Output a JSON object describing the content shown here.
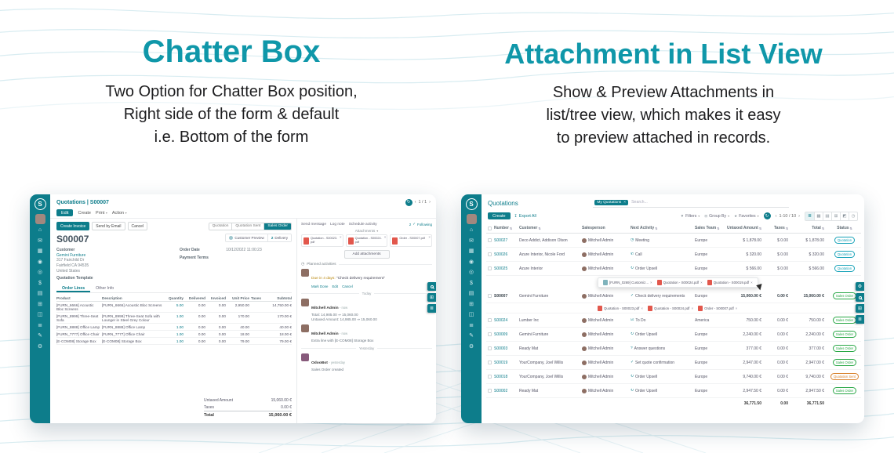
{
  "colors": {
    "brand_teal": "#0d7d8b",
    "heading_teal": "#0f97a9",
    "pdf_red": "#e2574c",
    "badge_quotation": "#17a2b8",
    "badge_sales_order": "#28a745",
    "badge_quotation_sent": "#d9822b"
  },
  "glyphs": {
    "caret": "▾",
    "sort": "⇅",
    "prev": "‹",
    "next": "›",
    "close": "×",
    "download": "↧",
    "star": "★",
    "filter": "▼",
    "group": "⊟",
    "clock": "◷",
    "check": "✓",
    "pencil": "✎",
    "cross": "✕",
    "gear": "⚙",
    "grid": "⊞",
    "menu": "≣",
    "sync": "↻"
  },
  "sidebar": {
    "logo": "S",
    "icons": [
      {
        "name": "home",
        "glyph": "⌂"
      },
      {
        "name": "discuss",
        "glyph": "✉"
      },
      {
        "name": "calendar",
        "glyph": "▦"
      },
      {
        "name": "contacts",
        "glyph": "◉"
      },
      {
        "name": "crm",
        "glyph": "◎"
      },
      {
        "name": "sales",
        "glyph": "$"
      },
      {
        "name": "dashboard",
        "glyph": "▤"
      },
      {
        "name": "inventory",
        "glyph": "⊞"
      },
      {
        "name": "purchase",
        "glyph": "◫"
      },
      {
        "name": "invoicing",
        "glyph": "≣"
      },
      {
        "name": "documents",
        "glyph": "✎"
      },
      {
        "name": "settings",
        "glyph": "⚙"
      }
    ]
  },
  "features": {
    "left": {
      "title": "Chatter Box",
      "line1": "Two Option for Chatter Box position,",
      "line2": "Right side of the form & default",
      "line3": "i.e. Bottom of the form"
    },
    "right": {
      "title": "Attachment in List View",
      "line1": "Show & Preview Attachments in",
      "line2": "list/tree view, which makes it easy",
      "line3": "to preview attached in records."
    }
  },
  "form_view": {
    "breadcrumb": "Quotations | S00007",
    "pager": "1 / 1",
    "edit": "Edit",
    "create": "Create",
    "print": "Print",
    "action": "Action",
    "create_invoice": "Create Invoice",
    "send_by_email": "Send by Email",
    "cancel": "Cancel",
    "stage_quotation": "Quotation",
    "stage_quotation_sent": "Quotation Sent",
    "stage_sales_order": "Sales Order",
    "smart_customer_preview": "Customer Preview",
    "smart_delivery_count": "2",
    "smart_delivery": "Delivery",
    "record_name": "S00007",
    "customer_label": "Customer",
    "customer_name": "Gemini Furniture",
    "customer_street": "317 Fairchild Dr",
    "customer_city": "Fairfield CA 94535",
    "customer_country": "United States",
    "order_date_label": "Order Date",
    "order_date": "10/12/2022 11:00:23",
    "payment_terms_label": "Payment Terms",
    "quotation_template_label": "Quotation Template",
    "tab_order_lines": "Order Lines",
    "tab_other_info": "Other Info",
    "headers": [
      "Product",
      "Description",
      "Quantity",
      "Delivered",
      "Invoiced",
      "Unit Price",
      "Taxes",
      "Subtotal"
    ],
    "rows": [
      {
        "product": "[FURN_6666] Acoustic Bloc Screens",
        "description": "[FURN_6666] Acoustic Bloc Screens",
        "qty": "5.00",
        "delivered": "0.00",
        "invoiced": "0.00",
        "price": "2,950.00",
        "taxes": "",
        "subtotal": "14,750.00 €"
      },
      {
        "product": "[FURN_8999] Three-Seat Sofa",
        "description": "[FURN_8999] Three-Seat Sofa with Lounger in Steel Grey Colour",
        "qty": "1.00",
        "delivered": "0.00",
        "invoiced": "0.00",
        "price": "170.00",
        "taxes": "",
        "subtotal": "170.00 €"
      },
      {
        "product": "[FURN_8888] Office Lamp",
        "description": "[FURN_8888] Office Lamp",
        "qty": "1.00",
        "delivered": "0.00",
        "invoiced": "0.00",
        "price": "40.00",
        "taxes": "",
        "subtotal": "40.00 €"
      },
      {
        "product": "[FURN_7777] Office Chair",
        "description": "[FURN_7777] Office Chair",
        "qty": "1.00",
        "delivered": "0.00",
        "invoiced": "0.00",
        "price": "18.00",
        "taxes": "",
        "subtotal": "18.00 €"
      },
      {
        "product": "[E-COM08] Storage Box",
        "description": "[E-COM08] Storage Box",
        "qty": "1.00",
        "delivered": "0.00",
        "invoiced": "0.00",
        "price": "79.00",
        "taxes": "",
        "subtotal": "79.00 €"
      }
    ],
    "untaxed_label": "Untaxed Amount",
    "untaxed": "15,060.00 €",
    "taxes_label": "Taxes",
    "taxes": "0.00 €",
    "total_label": "Total",
    "total": "15,060.00 €"
  },
  "chatter": {
    "send_message": "Send message",
    "log_note": "Log note",
    "schedule_activity": "Schedule activity",
    "followers_count": "2",
    "following": "Following",
    "attachments_label": "Attachments",
    "attachments": [
      {
        "name": "Quotation - S00023.pdf"
      },
      {
        "name": "Quotation - S00024.pdf"
      },
      {
        "name": "Order - S00007.pdf"
      }
    ],
    "add_attachments": "Add attachments",
    "planned_activities": "Planned activities",
    "activity_due": "Due in 4 days:",
    "activity_summary": "\"Check delivery requirement\"",
    "mark_done": "Mark Done",
    "edit": "Edit",
    "cancel": "Cancel",
    "today": "Today",
    "yesterday": "Yesterday",
    "messages": [
      {
        "author": "Mitchell Admin",
        "time": "- now",
        "line1": "Total: 14,985.00 ⇒ 15,060.00",
        "line2": "Untaxed Amount: 14,985.00 ⇒ 15,060.00"
      },
      {
        "author": "Mitchell Admin",
        "time": "- now",
        "line1": "Extra line with [E-COM08] Storage Box"
      },
      {
        "author": "OdooBot",
        "time": "- yesterday",
        "line1": "Sales Order created"
      }
    ]
  },
  "list_view": {
    "title": "Quotations",
    "facet": "My Quotations",
    "placeholder": "Search...",
    "create": "Create",
    "export_all": "Export All",
    "filters": "Filters",
    "group_by": "Group By",
    "favorites": "Favorites",
    "pager": "1-10 / 10",
    "headers": [
      "Number",
      "Customer",
      "Salesperson",
      "Next Activity",
      "Sales Team",
      "Untaxed Amount",
      "Taxes",
      "Total",
      "Status"
    ],
    "view_switcher": [
      {
        "name": "list",
        "glyph": "≣"
      },
      {
        "name": "kanban",
        "glyph": "▦"
      },
      {
        "name": "calendar",
        "glyph": "▤"
      },
      {
        "name": "pivot",
        "glyph": "⊞"
      },
      {
        "name": "graph",
        "glyph": "◩"
      },
      {
        "name": "activity",
        "glyph": "◷"
      }
    ],
    "rows": [
      {
        "number": "S00027",
        "customer": "Deco Addict, Addison Olson",
        "salesperson": "Mitchell Admin",
        "activity_icon": "◷",
        "activity": "Meeting",
        "team": "Europe",
        "untaxed": "$ 1,878.00",
        "taxes": "$ 0.00",
        "total": "$ 1,878.00",
        "status": "Quotation"
      },
      {
        "number": "S00026",
        "customer": "Azure Interior, Nicole Ford",
        "salesperson": "Mitchell Admin",
        "activity_icon": "✆",
        "activity": "Call",
        "team": "Europe",
        "untaxed": "$ 320.00",
        "taxes": "$ 0.00",
        "total": "$ 320.00",
        "status": "Quotation"
      },
      {
        "number": "S00025",
        "customer": "Azure Interior",
        "salesperson": "Mitchell Admin",
        "activity_icon": "↻",
        "activity": "Order Upsell",
        "team": "Europe",
        "untaxed": "$ 566.00",
        "taxes": "$ 0.00",
        "total": "$ 566.00",
        "status": "Quotation"
      },
      {
        "number": "S00007",
        "customer": "Gemini Furniture",
        "salesperson": "Mitchell Admin",
        "activity_icon": "✓",
        "activity": "Check delivery requirements",
        "team": "Europe",
        "untaxed": "15,060.00 €",
        "taxes": "0.00 €",
        "total": "15,060.00 €",
        "status": "Sales Order"
      },
      {
        "number": "S00024",
        "customer": "Lumber Inc",
        "salesperson": "Mitchell Admin",
        "activity_icon": "☑",
        "activity": "To Do",
        "team": "America",
        "untaxed": "750.00 €",
        "taxes": "0.00 €",
        "total": "750.00 €",
        "status": "Sales Order"
      },
      {
        "number": "S00009",
        "customer": "Gemini Furniture",
        "salesperson": "Mitchell Admin",
        "activity_icon": "↻",
        "activity": "Order Upsell",
        "team": "Europe",
        "untaxed": "2,240.00 €",
        "taxes": "0.00 €",
        "total": "2,240.00 €",
        "status": "Sales Order"
      },
      {
        "number": "S00003",
        "customer": "Ready Mat",
        "salesperson": "Mitchell Admin",
        "activity_icon": "?",
        "activity": "Answer questions",
        "team": "Europe",
        "untaxed": "377.00 €",
        "taxes": "0.00 €",
        "total": "377.00 €",
        "status": "Sales Order"
      },
      {
        "number": "S00019",
        "customer": "YourCompany, Joel Willis",
        "salesperson": "Mitchell Admin",
        "activity_icon": "✓",
        "activity": "Set quote confirmation",
        "team": "Europe",
        "untaxed": "2,947.00 €",
        "taxes": "0.00 €",
        "total": "2,947.00 €",
        "status": "Sales Order"
      },
      {
        "number": "S00018",
        "customer": "YourCompany, Joel Willis",
        "salesperson": "Mitchell Admin",
        "activity_icon": "↻",
        "activity": "Order Upsell",
        "team": "Europe",
        "untaxed": "9,740.00 €",
        "taxes": "0.00 €",
        "total": "9,740.00 €",
        "status": "Quotation Sent"
      },
      {
        "number": "S00002",
        "customer": "Ready Mat",
        "salesperson": "Mitchell Admin",
        "activity_icon": "↻",
        "activity": "Order Upsell",
        "team": "Europe",
        "untaxed": "2,947.50 €",
        "taxes": "0.00 €",
        "total": "2,947.50 €",
        "status": "Sales Order"
      }
    ],
    "popup_attachments": [
      {
        "name": "[FURN_0269] Customiz...",
        "type": "image"
      },
      {
        "name": "Quotation - S00024.pdf",
        "type": "pdf"
      },
      {
        "name": "Quotation - S00019.pdf",
        "type": "pdf"
      }
    ],
    "row_attachments": [
      {
        "name": "Quotation - S00023.pdf",
        "type": "pdf"
      },
      {
        "name": "Quotation - S00024.pdf",
        "type": "pdf"
      },
      {
        "name": "Order - S00007.pdf",
        "type": "pdf"
      }
    ],
    "totals": {
      "untaxed": "36,771.50",
      "taxes": "0.00",
      "total": "36,771.50"
    }
  }
}
